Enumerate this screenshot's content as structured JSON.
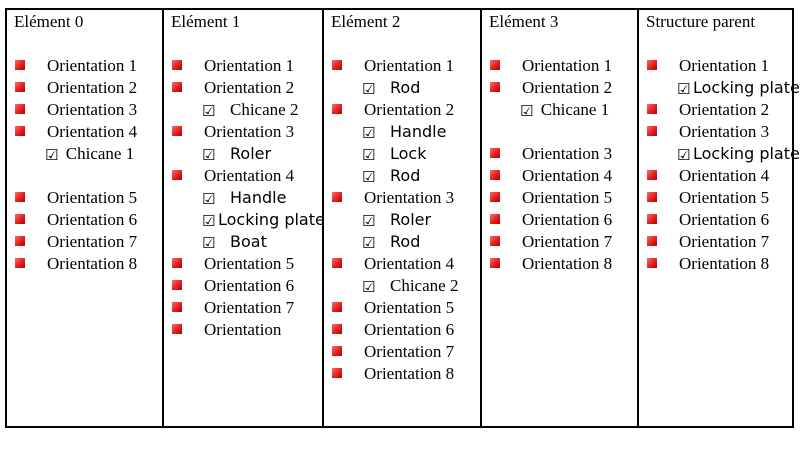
{
  "columns": [
    {
      "header": "Elément 0",
      "rows": [
        {
          "kind": "o",
          "text": "Orientation 1"
        },
        {
          "kind": "o",
          "text": "Orientation 2"
        },
        {
          "kind": "o",
          "text": "Orientation 3"
        },
        {
          "kind": "o",
          "text": "Orientation 4"
        },
        {
          "kind": "c",
          "text": "Chicane 1",
          "wrap": true
        },
        {
          "kind": "o",
          "text": "Orientation 5"
        },
        {
          "kind": "o",
          "text": "Orientation 6"
        },
        {
          "kind": "o",
          "text": "Orientation 7"
        },
        {
          "kind": "o",
          "text": "Orientation 8"
        }
      ]
    },
    {
      "header": "Elément 1",
      "rows": [
        {
          "kind": "o",
          "text": "Orientation 1"
        },
        {
          "kind": "o",
          "text": "Orientation 2"
        },
        {
          "kind": "c",
          "text": "Chicane 2"
        },
        {
          "kind": "o",
          "text": "Orientation 3"
        },
        {
          "kind": "c",
          "text": "Roler",
          "sans": true
        },
        {
          "kind": "o",
          "text": "Orientation 4"
        },
        {
          "kind": "c",
          "text": "Handle",
          "sans": true
        },
        {
          "kind": "c",
          "text": "Locking plate",
          "sans": true,
          "tight": true
        },
        {
          "kind": "c",
          "text": "Boat",
          "sans": true
        },
        {
          "kind": "o",
          "text": "Orientation 5"
        },
        {
          "kind": "o",
          "text": "Orientation 6"
        },
        {
          "kind": "o",
          "text": "Orientation 7"
        },
        {
          "kind": "o",
          "text": "Orientation"
        }
      ]
    },
    {
      "header": "Elément 2",
      "rows": [
        {
          "kind": "o",
          "text": "Orientation 1"
        },
        {
          "kind": "c",
          "text": "Rod",
          "sans": true
        },
        {
          "kind": "o",
          "text": "Orientation 2"
        },
        {
          "kind": "c",
          "text": "Handle",
          "sans": true
        },
        {
          "kind": "c",
          "text": "Lock",
          "sans": true
        },
        {
          "kind": "c",
          "text": "Rod",
          "sans": true
        },
        {
          "kind": "o",
          "text": "Orientation 3"
        },
        {
          "kind": "c",
          "text": "Roler",
          "sans": true
        },
        {
          "kind": "c",
          "text": "Rod",
          "sans": true
        },
        {
          "kind": "o",
          "text": "Orientation 4"
        },
        {
          "kind": "c",
          "text": "Chicane 2"
        },
        {
          "kind": "o",
          "text": "Orientation 5"
        },
        {
          "kind": "o",
          "text": "Orientation 6"
        },
        {
          "kind": "o",
          "text": "Orientation 7"
        },
        {
          "kind": "o",
          "text": "Orientation 8"
        }
      ]
    },
    {
      "header": "Elément 3",
      "rows": [
        {
          "kind": "o",
          "text": "Orientation 1"
        },
        {
          "kind": "o",
          "text": "Orientation 2"
        },
        {
          "kind": "c",
          "text": "Chicane 1",
          "wrap": true
        },
        {
          "kind": "o",
          "text": "Orientation 3"
        },
        {
          "kind": "o",
          "text": "Orientation 4"
        },
        {
          "kind": "o",
          "text": "Orientation 5"
        },
        {
          "kind": "o",
          "text": "Orientation 6"
        },
        {
          "kind": "o",
          "text": "Orientation 7"
        },
        {
          "kind": "o",
          "text": "Orientation 8"
        }
      ]
    },
    {
      "header": "Structure parent",
      "rows": [
        {
          "kind": "o",
          "text": "Orientation 1"
        },
        {
          "kind": "c",
          "text": "Locking plate",
          "sans": true,
          "tight": true
        },
        {
          "kind": "o",
          "text": "Orientation 2"
        },
        {
          "kind": "o",
          "text": "Orientation 3"
        },
        {
          "kind": "c",
          "text": "Locking plate",
          "sans": true,
          "tight": true
        },
        {
          "kind": "o",
          "text": "Orientation 4"
        },
        {
          "kind": "o",
          "text": "Orientation 5"
        },
        {
          "kind": "o",
          "text": "Orientation 6"
        },
        {
          "kind": "o",
          "text": "Orientation 7"
        },
        {
          "kind": "o",
          "text": "Orientation 8"
        }
      ]
    }
  ],
  "icons": {
    "bullet": "red-square-bullet-icon",
    "check": "checked-box-icon",
    "check_glyph": "☑"
  },
  "colors": {
    "bullet": "#e02020",
    "border": "#000000"
  }
}
